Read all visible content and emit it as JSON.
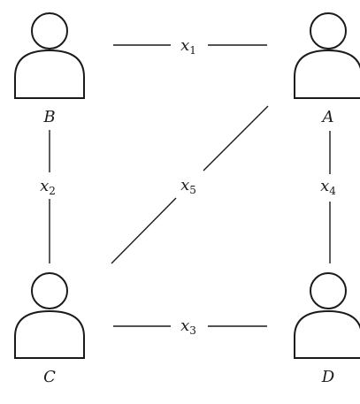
{
  "nodes": {
    "A": {
      "label": "A"
    },
    "B": {
      "label": "B"
    },
    "C": {
      "label": "C"
    },
    "D": {
      "label": "D"
    }
  },
  "edges": {
    "x1": {
      "var": "x",
      "sub": "1",
      "from": "B",
      "to": "A"
    },
    "x2": {
      "var": "x",
      "sub": "2",
      "from": "B",
      "to": "C"
    },
    "x3": {
      "var": "x",
      "sub": "3",
      "from": "C",
      "to": "D"
    },
    "x4": {
      "var": "x",
      "sub": "4",
      "from": "A",
      "to": "D"
    },
    "x5": {
      "var": "x",
      "sub": "5",
      "from": "C",
      "to": "A"
    }
  },
  "icons": {
    "person": "person-icon"
  },
  "colors": {
    "line": "#1a1a1a",
    "background": "#ffffff"
  }
}
